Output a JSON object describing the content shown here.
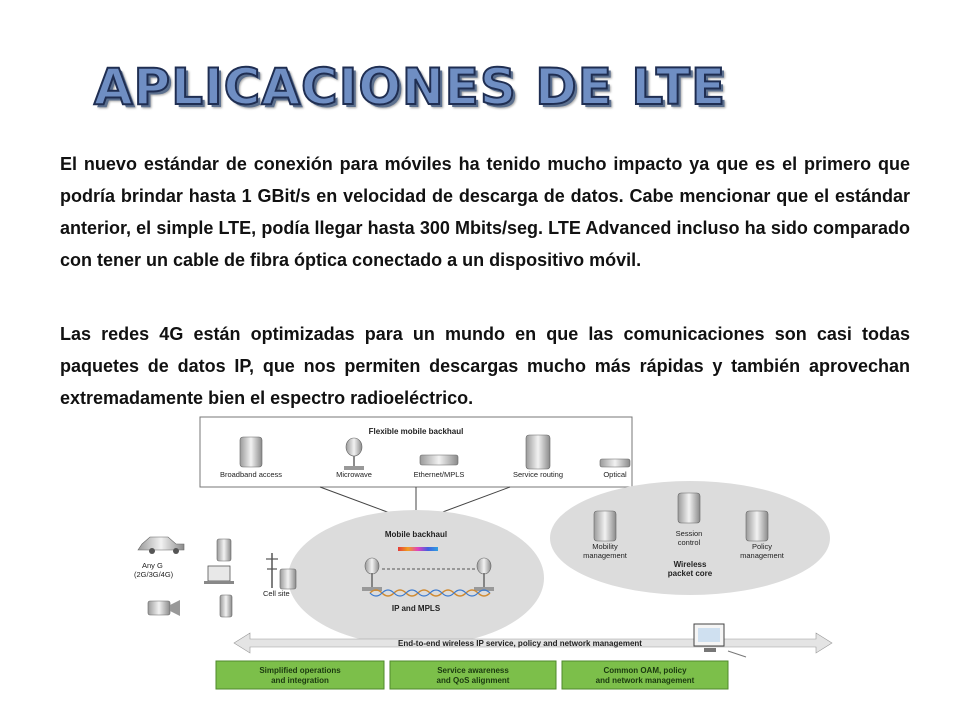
{
  "title": "APLICACIONES DE LTE",
  "paragraphs": [
    "El nuevo estándar de conexión para móviles ha tenido mucho impacto ya que es el primero que podría brindar hasta 1 GBit/s en velocidad de descarga de datos. Cabe mencionar que el estándar anterior, el simple LTE, podía llegar hasta 300 Mbits/seg. LTE Advanced incluso ha sido comparado con tener un cable de fibra óptica conectado a un dispositivo móvil.",
    "Las redes 4G están optimizadas para un mundo en que las comunicaciones son casi todas paquetes de datos IP, que nos permiten descargas mucho más rápidas y también aprovechan extremadamente bien el espectro radioeléctrico."
  ],
  "diagram": {
    "backhaul_title": "Flexible mobile backhaul",
    "backhaul_items": [
      "Broadband access",
      "Microwave",
      "Ethernet/MPLS",
      "Service routing",
      "Optical"
    ],
    "mobile_backhaul": "Mobile backhaul",
    "ip_mpls": "IP and MPLS",
    "any_g": "Any G",
    "any_g_detail": "(2G/3G/4G)",
    "cell_site": "Cell site",
    "core_items": [
      {
        "line1": "Mobility",
        "line2": "management"
      },
      {
        "line1": "Session",
        "line2": "control"
      },
      {
        "line1": "Policy",
        "line2": "management"
      }
    ],
    "packet_core_line1": "Wireless",
    "packet_core_line2": "packet core",
    "e2e_label": "End-to-end wireless IP service, policy and network management",
    "bottom_boxes": [
      {
        "line1": "Simplified operations",
        "line2": "and integration"
      },
      {
        "line1": "Service awareness",
        "line2": "and QoS alignment"
      },
      {
        "line1": "Common OAM, policy",
        "line2": "and network management"
      }
    ]
  },
  "colors": {
    "title_fill": "#6f8ec3",
    "title_stroke": "#1f2e52",
    "bottom_box": "#7cbf4a",
    "cloud": "#dcdcdc"
  }
}
